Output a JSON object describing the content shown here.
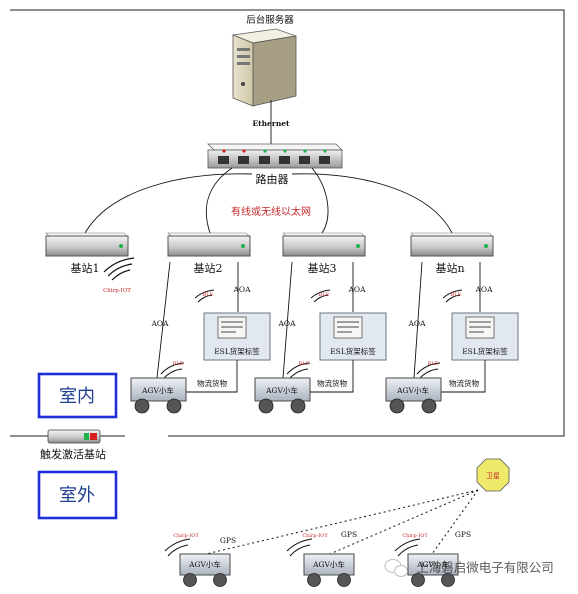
{
  "server": {
    "label": "后台服务器",
    "link_label": "Ethernet"
  },
  "router": {
    "label": "路由器",
    "network_label": "有线或无线以太网"
  },
  "stations": [
    {
      "label": "基站1"
    },
    {
      "label": "基站2"
    },
    {
      "label": "基站3"
    },
    {
      "label": "基站n"
    }
  ],
  "signals": {
    "chirp": "Chirp-IOT",
    "ble": "BLE",
    "aoa": "AOA",
    "gps": "GPS"
  },
  "esl": {
    "label": "ESL货架标签"
  },
  "agv": {
    "label": "AGV小车",
    "cargo_label": "物流货物"
  },
  "zones": {
    "indoor": "室内",
    "outdoor": "室外"
  },
  "trigger_station": {
    "label": "触发激活基站"
  },
  "satellite": {
    "label": "卫星"
  },
  "watermark": {
    "text": "上海磐启微电子有限公司"
  },
  "colors": {
    "zone_border": "#1f2fd8",
    "satellite": "#f0ea6c",
    "led_red": "#d32020",
    "led_green": "#21b04b"
  }
}
